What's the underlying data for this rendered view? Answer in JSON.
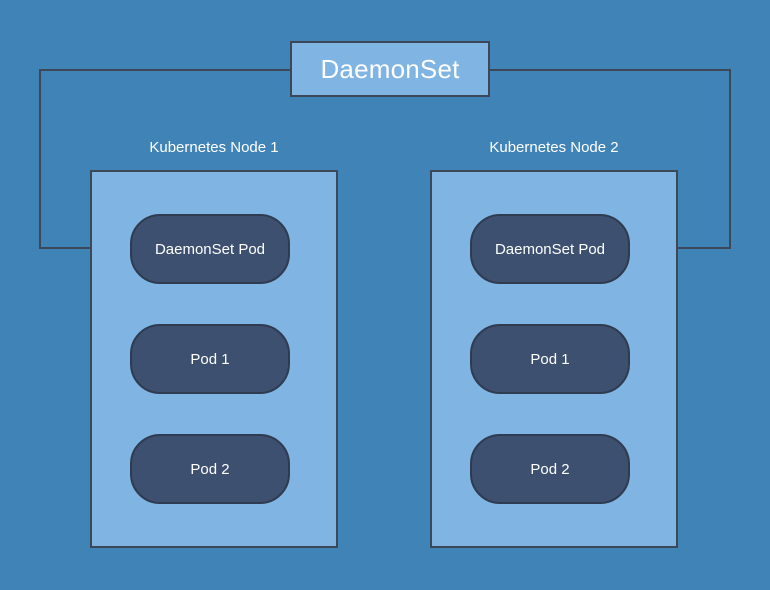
{
  "diagram": {
    "title": "DaemonSet",
    "background_color": "#4083b7",
    "container_fill": "#7fb4e3",
    "pod_fill": "#3e5070",
    "stroke_color": "#3c4858",
    "text_color": "#ffffff"
  },
  "nodes": [
    {
      "label": "Kubernetes Node 1",
      "pods": [
        {
          "label": "DaemonSet Pod"
        },
        {
          "label": "Pod 1"
        },
        {
          "label": "Pod 2"
        }
      ]
    },
    {
      "label": "Kubernetes Node 2",
      "pods": [
        {
          "label": "DaemonSet Pod"
        },
        {
          "label": "Pod 1"
        },
        {
          "label": "Pod 2"
        }
      ]
    }
  ],
  "connectors": [
    {
      "name": "daemonset-to-node-1",
      "from": "DaemonSet",
      "to": "Kubernetes Node 1 / DaemonSet Pod",
      "direction": "left"
    },
    {
      "name": "daemonset-to-node-2",
      "from": "DaemonSet",
      "to": "Kubernetes Node 2 / DaemonSet Pod",
      "direction": "right"
    }
  ]
}
